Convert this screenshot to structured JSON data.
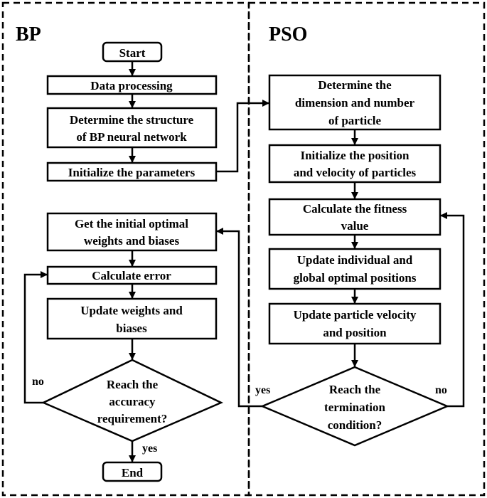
{
  "sections": {
    "bp_title": "BP",
    "pso_title": "PSO"
  },
  "bp": {
    "start": "Start",
    "data_processing": "Data processing",
    "structure_line1": "Determine the structure",
    "structure_line2": "of BP neural network",
    "init_params": "Initialize the parameters",
    "initial_weights_line1": "Get the initial optimal",
    "initial_weights_line2": "weights and biases",
    "calc_error": "Calculate error",
    "update_weights_line1": "Update weights and",
    "update_weights_line2": "biases",
    "accuracy_line1": "Reach the",
    "accuracy_line2": "accuracy",
    "accuracy_line3": "requirement?",
    "end": "End",
    "label_no": "no",
    "label_yes": "yes"
  },
  "pso": {
    "dimension_line1": "Determine the",
    "dimension_line2": "dimension and number",
    "dimension_line3": "of particle",
    "init_pos_line1": "Initialize the position",
    "init_pos_line2": "and velocity of particles",
    "fitness_line1": "Calculate the fitness",
    "fitness_line2": "value",
    "update_opt_line1": "Update individual and",
    "update_opt_line2": "global optimal positions",
    "update_vel_line1": "Update particle velocity",
    "update_vel_line2": "and position",
    "termination_line1": "Reach the",
    "termination_line2": "termination",
    "termination_line3": "condition?",
    "label_yes": "yes",
    "label_no": "no"
  }
}
